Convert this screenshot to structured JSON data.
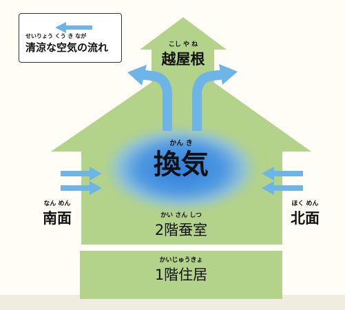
{
  "legend": {
    "ruby": "せいりょう くう き なが",
    "label": "清涼な空気の流れ"
  },
  "roof": {
    "ruby": "こし や ね",
    "label": "越屋根"
  },
  "center": {
    "ruby": "かん き",
    "label": "換気"
  },
  "south": {
    "ruby": "なん めん",
    "label": "南面"
  },
  "north": {
    "ruby": "ほく めん",
    "label": "北面"
  },
  "floor2": {
    "ruby": "かい さん しつ",
    "label": "2階蚕室"
  },
  "floor1": {
    "ruby": "かいじゅうきょ",
    "label": "1階住居"
  },
  "colors": {
    "house_green": "#b3d28a",
    "air_blue": "#6db4e8",
    "glow_blue": "#4a90e2"
  }
}
